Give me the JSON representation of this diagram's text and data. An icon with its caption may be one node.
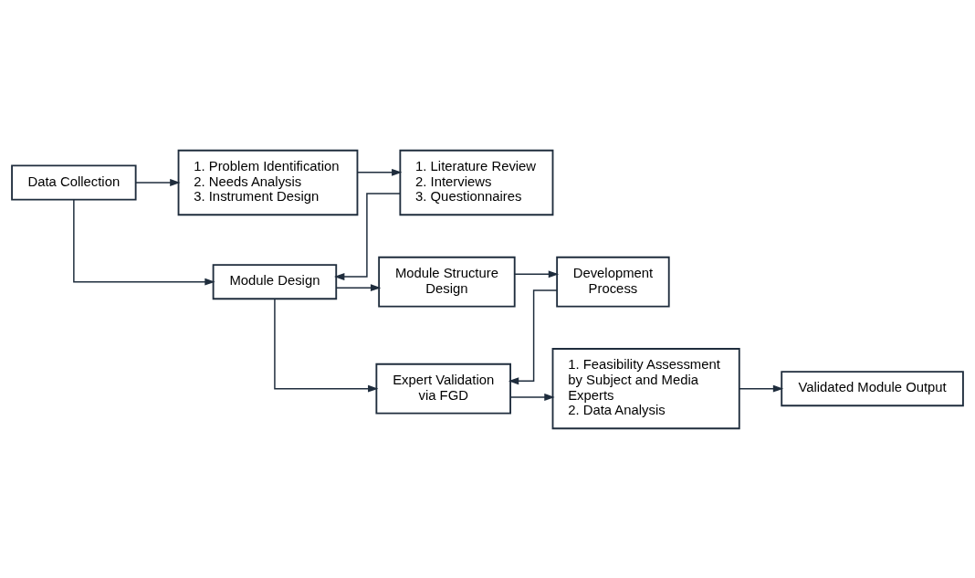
{
  "diagram": {
    "nodes": [
      {
        "text": [
          "Data Collection"
        ]
      },
      {
        "text": [
          "1. Problem Identification",
          "2. Needs Analysis",
          "3. Instrument Design"
        ]
      },
      {
        "text": [
          "1. Literature Review",
          "2. Interviews",
          "3. Questionnaires"
        ]
      },
      {
        "text": [
          "Module Design"
        ]
      },
      {
        "text": [
          "Module Structure Design"
        ]
      },
      {
        "text": [
          "Development Process"
        ]
      },
      {
        "text": [
          "Expert Validation via FGD"
        ]
      },
      {
        "text": [
          "1. Feasibility Assessment by Subject and Media Experts",
          "2. Data Analysis"
        ]
      },
      {
        "text": [
          "Validated Module Output"
        ]
      }
    ],
    "edges": [
      {
        "from": 0,
        "to": 1,
        "arrow": "to"
      },
      {
        "from": 1,
        "to": 2,
        "arrow": "to"
      },
      {
        "from": 0,
        "to": 3,
        "arrow": "to"
      },
      {
        "from": 2,
        "to": 3,
        "arrow": "to"
      },
      {
        "from": 3,
        "to": 4,
        "arrow": "to"
      },
      {
        "from": 4,
        "to": 5,
        "arrow": "to"
      },
      {
        "from": 3,
        "to": 6,
        "arrow": "to"
      },
      {
        "from": 5,
        "to": 6,
        "arrow": "to"
      },
      {
        "from": 6,
        "to": 7,
        "arrow": "to"
      },
      {
        "from": 7,
        "to": 8,
        "arrow": "to"
      }
    ]
  }
}
